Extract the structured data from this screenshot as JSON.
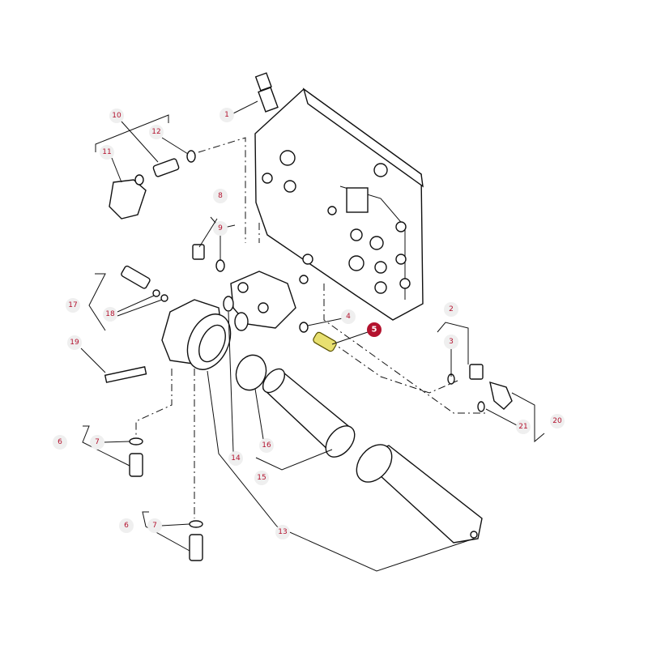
{
  "diagram": {
    "highlighted_part": "5",
    "colors": {
      "label_text": "#b3122e",
      "label_bg": "#efefef",
      "highlight_bg": "#b3122e",
      "highlight_part": "#e8e070"
    },
    "callouts": [
      "1",
      "10",
      "12",
      "11",
      "8",
      "9",
      "17",
      "18",
      "19",
      "4",
      "5",
      "2",
      "3",
      "21",
      "20",
      "6",
      "7",
      "16",
      "14",
      "15",
      "13",
      "6",
      "7"
    ]
  }
}
